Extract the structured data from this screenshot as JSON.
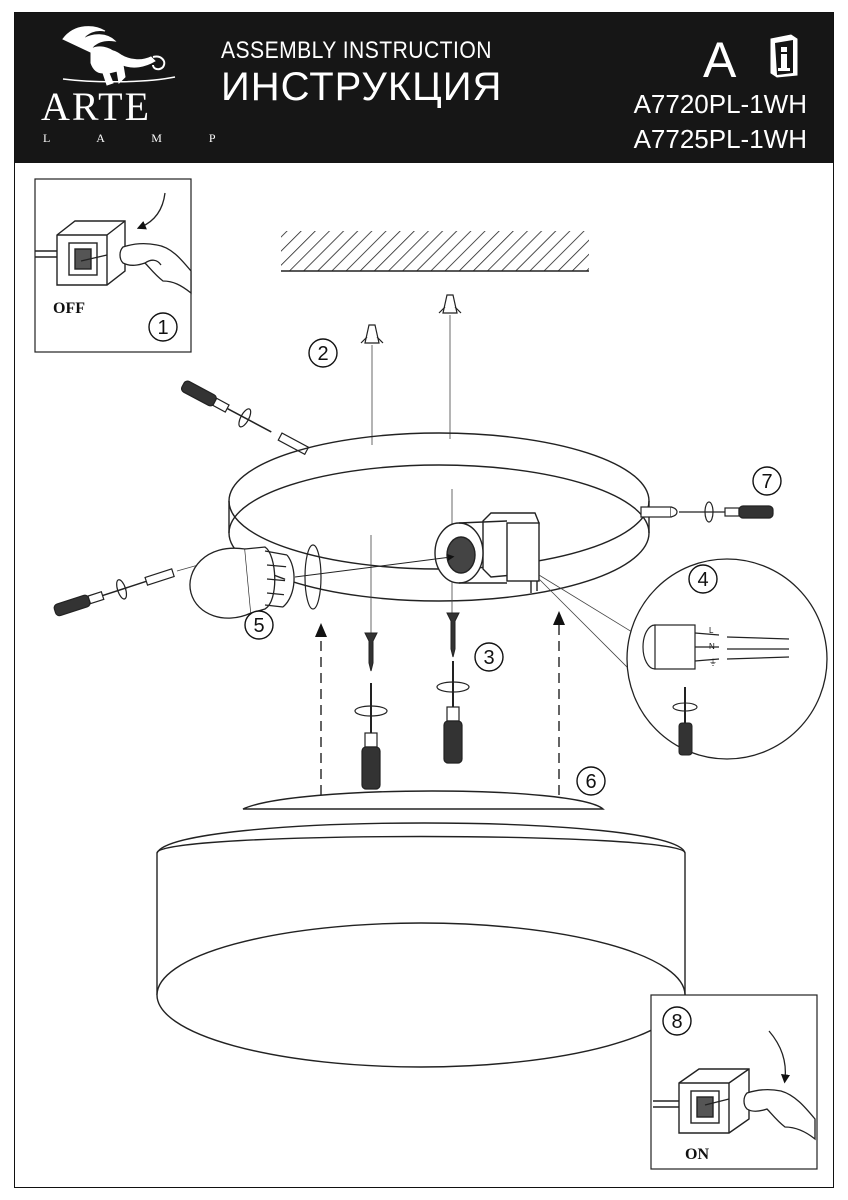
{
  "brand": {
    "name": "ARTE",
    "sub": "L A M P"
  },
  "header": {
    "title_en": "ASSEMBLY INSTRUCTION",
    "title_ru": "ИНСТРУКЦИЯ",
    "letter": "A",
    "models": [
      "A7720PL-1WH",
      "A7725PL-1WH"
    ]
  },
  "steps": {
    "s1": "1",
    "s2": "2",
    "s3": "3",
    "s4": "4",
    "s5": "5",
    "s6": "6",
    "s7": "7",
    "s8": "8"
  },
  "switch": {
    "off_label": "OFF",
    "on_label": "ON"
  },
  "wires": {
    "l": "L",
    "n": "N",
    "pe": "⏚"
  },
  "icons": [
    "griffin-logo-icon",
    "info-book-icon",
    "screwdriver-icon",
    "wall-plug-icon",
    "screw-icon",
    "light-bulb-icon",
    "hand-icon",
    "light-switch-icon"
  ]
}
